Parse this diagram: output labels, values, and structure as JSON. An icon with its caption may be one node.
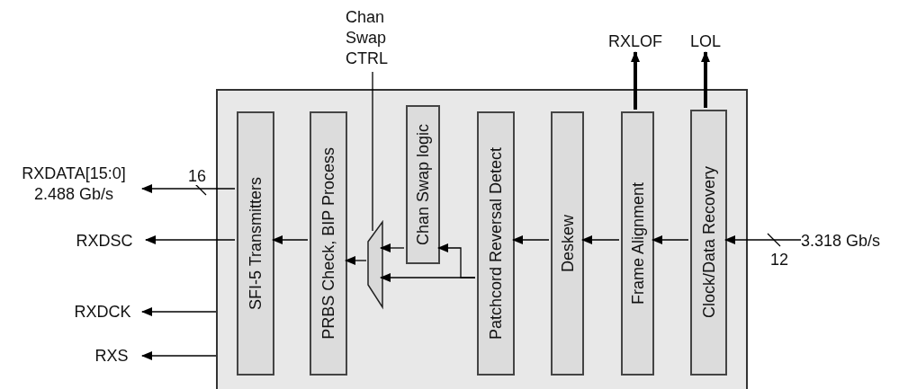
{
  "diagram": {
    "nodes": [
      {
        "text": [],
        "shape": "box"
      },
      {
        "text": [
          "SFI-5 Transmitters"
        ],
        "in": 0
      },
      {
        "text": [
          "PRBS Check, BIP Process"
        ],
        "in": 0
      },
      {
        "text": [],
        "shape": "trapezoid",
        "in": 0
      },
      {
        "text": [
          "Chan Swap logic"
        ],
        "in": 0
      },
      {
        "text": [
          "Patchcord Reversal Detect"
        ],
        "in": 0
      },
      {
        "text": [
          "Deskew"
        ],
        "in": 0
      },
      {
        "text": [
          "Frame Alignment"
        ],
        "in": 0
      },
      {
        "text": [
          "Clock/Data Recovery"
        ],
        "in": 0
      },
      {
        "text": [
          "RXDATA[15:0]",
          "2.488 Gb/s"
        ]
      },
      {
        "text": [
          "RXDSC"
        ]
      },
      {
        "text": [
          "RXDCK"
        ]
      },
      {
        "text": [
          "RXS"
        ]
      },
      {
        "text": [
          "Chan Swap CTRL"
        ]
      },
      {
        "text": [
          "RXLOF"
        ]
      },
      {
        "text": [
          "LOL"
        ]
      },
      {
        "text": [
          "3.318 Gb/s"
        ]
      }
    ],
    "edges": [
      {
        "from": 8,
        "to": 7,
        "arrow": "to"
      },
      {
        "from": 7,
        "to": 6,
        "arrow": "to"
      },
      {
        "from": 6,
        "to": 5,
        "arrow": "to"
      },
      {
        "from": 5,
        "to": 3,
        "arrow": "to"
      },
      {
        "from": 5,
        "to": 4,
        "arrow": "to"
      },
      {
        "from": 4,
        "to": 3,
        "arrow": "to"
      },
      {
        "from": 3,
        "to": 2,
        "arrow": "to"
      },
      {
        "from": 2,
        "to": 1,
        "arrow": "to"
      },
      {
        "from": 1,
        "to": 9,
        "arrow": "to",
        "label": "16"
      },
      {
        "from": 1,
        "to": 10,
        "arrow": "to"
      },
      {
        "from": 0,
        "to": 11,
        "arrow": "to"
      },
      {
        "from": 0,
        "to": 12,
        "arrow": "to"
      },
      {
        "from": 7,
        "to": 14,
        "arrow": "to",
        "style": "thick"
      },
      {
        "from": 8,
        "to": 15,
        "arrow": "to",
        "style": "thick"
      },
      {
        "from": 16,
        "to": 8,
        "arrow": "to",
        "label": "12"
      },
      {
        "from": 13,
        "to": 3,
        "arrow": "none"
      }
    ]
  }
}
